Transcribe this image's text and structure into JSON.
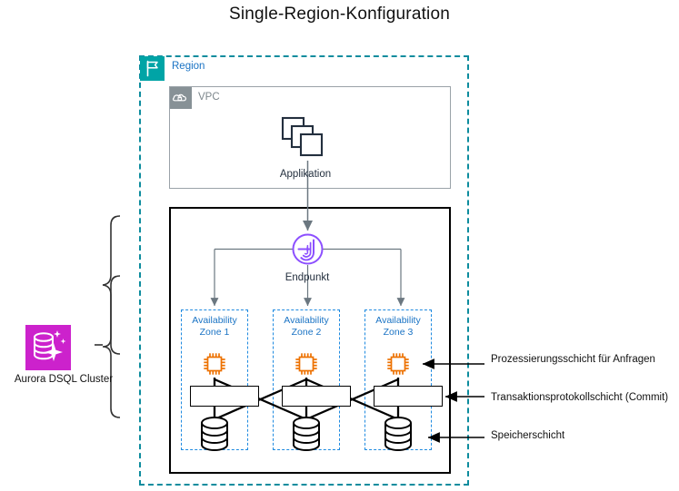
{
  "title": "Single-Region-Konfiguration",
  "region": {
    "label": "Region",
    "icon": "region-flag-icon",
    "color": "#00a4a6"
  },
  "vpc": {
    "label": "VPC",
    "icon": "vpc-cloud-lock-icon",
    "color": "#879196"
  },
  "application": {
    "label": "Applikation",
    "icon": "application-stacked-squares-icon",
    "color": "#232f3e"
  },
  "endpoint": {
    "label": "Endpunkt",
    "icon": "endpoint-shield-arrow-icon",
    "color": "#8c4fff"
  },
  "availability_zones": [
    {
      "line1": "Availability",
      "line2": "Zone 1",
      "compute_icon": "cpu-chip-icon",
      "storage_icon": "database-cylinder-icon"
    },
    {
      "line1": "Availability",
      "line2": "Zone 2",
      "compute_icon": "cpu-chip-icon",
      "storage_icon": "database-cylinder-icon"
    },
    {
      "line1": "Availability",
      "line2": "Zone 3",
      "compute_icon": "cpu-chip-icon",
      "storage_icon": "database-cylinder-icon"
    }
  ],
  "cluster": {
    "label": "Aurora DSQL Cluster",
    "icon": "aurora-dsql-database-sparkle-icon",
    "color": "#cc22cc"
  },
  "callouts": [
    {
      "label": "Prozessierungsschicht für Anfragen",
      "target": "compute-layer"
    },
    {
      "label": "Transaktionsprotokollschicht (Commit)",
      "target": "commit-layer"
    },
    {
      "label": "Speicherschicht",
      "target": "storage-layer"
    }
  ],
  "colors": {
    "region_teal": "#0d8c9e",
    "az_blue": "#1e8ae0",
    "az_text_blue": "#1a73c4",
    "chip_orange": "#ed7100",
    "endpoint_purple": "#8c4fff",
    "aurora_magenta": "#cc22cc",
    "dark_navy": "#232f3e",
    "vpc_gray": "#879196"
  }
}
